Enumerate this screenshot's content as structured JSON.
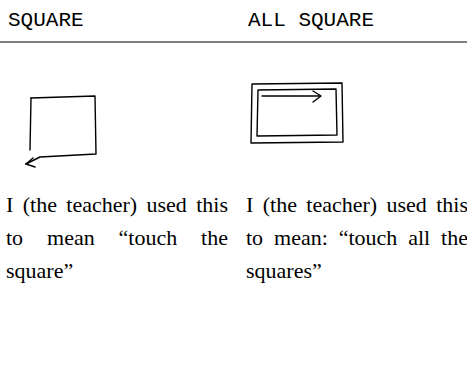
{
  "diagram": {
    "labels": [
      "SQUARE",
      "ALL SQUARE",
      "I (the teacher) used this to mean “touch the square”",
      "I (the teacher) used this to mean: “touch all the squares”"
    ]
  }
}
